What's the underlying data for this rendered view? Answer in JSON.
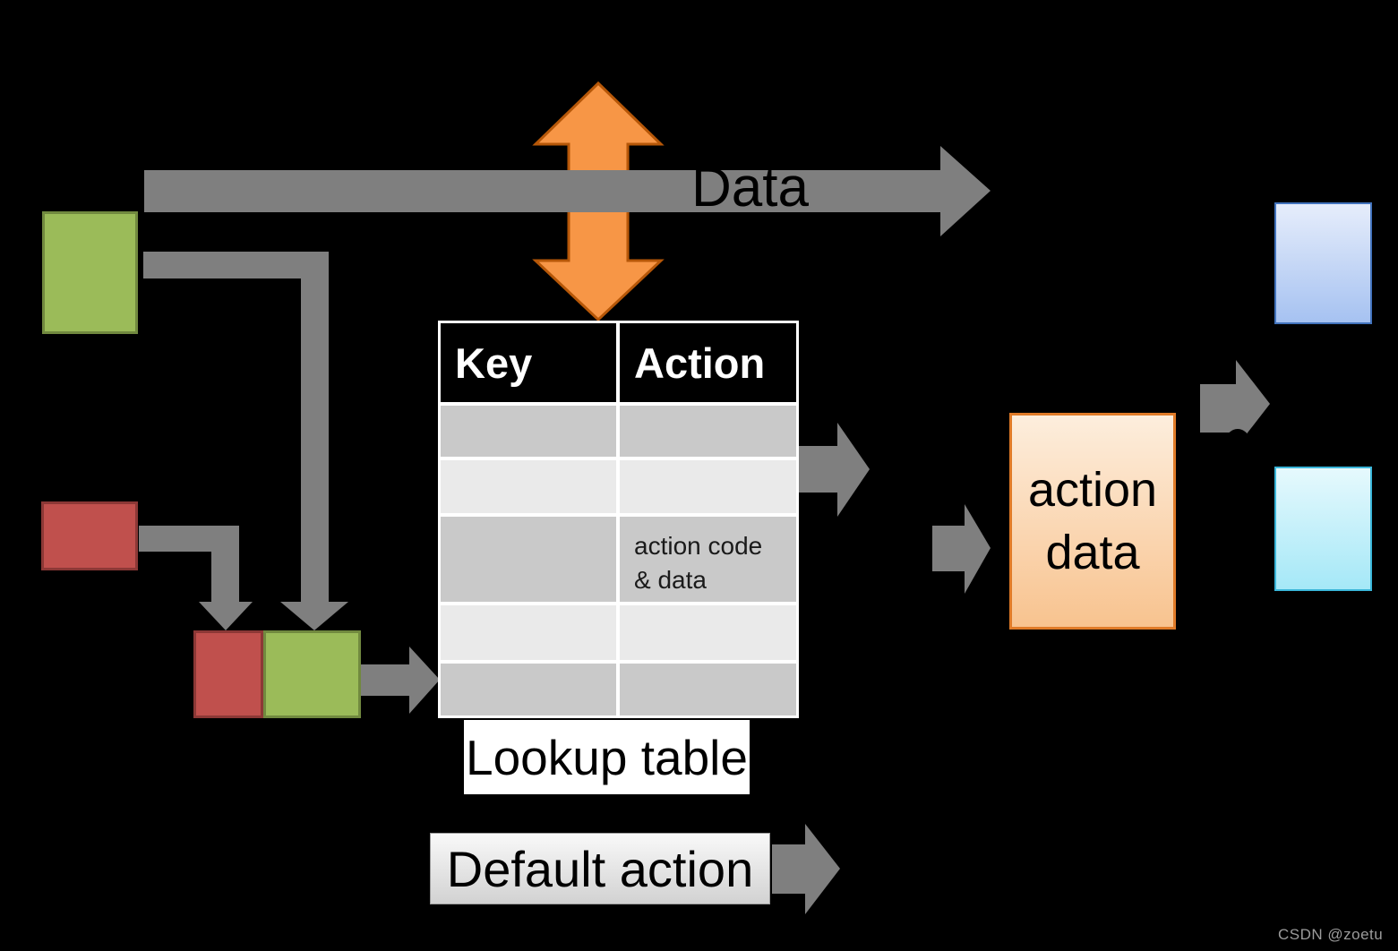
{
  "diagram": {
    "data_bus_label": "Data",
    "lookup_table_caption": "Lookup table",
    "default_action_label": "Default action",
    "action_data_label": "action data",
    "watermark": "CSDN @zoetu",
    "table": {
      "headers": [
        "Key",
        "Action"
      ],
      "rows": [
        {
          "shade": "dark",
          "key": "",
          "action_lines": [
            "",
            ""
          ]
        },
        {
          "shade": "light",
          "key": "",
          "action_lines": [
            "",
            ""
          ]
        },
        {
          "shade": "dark",
          "key": "",
          "action_lines": [
            "action code",
            "& data"
          ]
        },
        {
          "shade": "light",
          "key": "",
          "action_lines": [
            "",
            ""
          ]
        },
        {
          "shade": "dark",
          "key": "",
          "action_lines": [
            "",
            ""
          ]
        }
      ]
    },
    "colors": {
      "background": "#000000",
      "arrow_gray": "#7f7f7f",
      "orange_arrow_fill": "#f79646",
      "orange_arrow_border": "#b65708",
      "red_fill": "#c0504d",
      "red_border": "#8c3836",
      "green_fill": "#9bbb59",
      "green_border": "#71893f",
      "blue_box_border": "#4273bd",
      "cyan_box_border": "#3ab6d9",
      "action_data_border": "#e07b28",
      "table_row_dark": "#c9c9c9",
      "table_row_light": "#eaeaea"
    }
  }
}
